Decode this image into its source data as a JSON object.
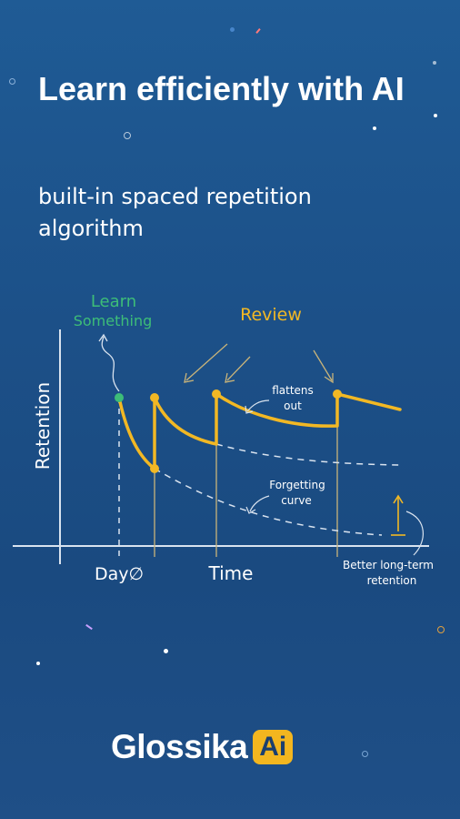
{
  "headline": "Learn efficiently with AI",
  "subheadline": "built-in spaced repetition algorithm",
  "diagram": {
    "y_axis_label": "Retention",
    "learn_label_line1": "Learn",
    "learn_label_line2": "Something",
    "review_label": "Review",
    "flattens_line1": "flattens",
    "flattens_line2": "out",
    "forgetting_line1": "Forgetting",
    "forgetting_line2": "curve",
    "day_label": "Day∅",
    "time_label": "Time",
    "better_line1": "Better long-term",
    "better_line2": "retention",
    "colors": {
      "learn_green": "#3dbd78",
      "review_gold": "#f2b824",
      "axis": "#d9e3ef"
    }
  },
  "brand": {
    "name": "Glossika",
    "badge": "Ai",
    "badge_color": "#f3b61f"
  }
}
